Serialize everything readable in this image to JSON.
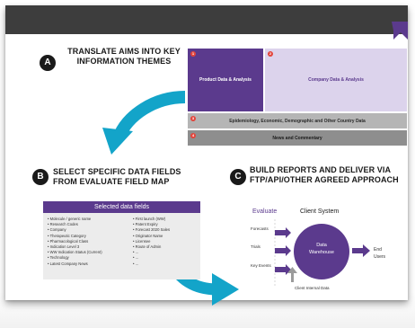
{
  "colors": {
    "purple": "#5b3a8d",
    "lavender": "#dcd3ec",
    "grey_tile": "#9b9b9b",
    "dark_tile": "#7d7d7d",
    "teal_arrow": "#13a4c9",
    "brand_corner": "#5b3a8d",
    "badge_red": "#e3443b"
  },
  "step_a": {
    "label": "A",
    "title_line1": "TRANSLATE AIMS INTO KEY",
    "title_line2": "INFORMATION THEMES"
  },
  "treemap": {
    "tiles": [
      {
        "num": "1",
        "label": "Product Data & Analysis"
      },
      {
        "num": "2",
        "label": "Company Data & Analysis"
      },
      {
        "num": "3",
        "label": "Epidemiology, Economic, Demographic and Other Country Data"
      },
      {
        "num": "4",
        "label": "News and Commentary"
      }
    ]
  },
  "step_b": {
    "label": "B",
    "title_line1": "SELECT SPECIFIC DATA FIELDS",
    "title_line2": "FROM EVALUATE FIELD MAP"
  },
  "fields_panel": {
    "header": "Selected data fields",
    "left": [
      "Molecule / generic name",
      "Research Codes",
      "Company",
      "Therapeutic Category",
      "Pharmacological Class",
      "Indication Level 3",
      "WW Indication Status (Current)",
      "Technology",
      "Latest Company News"
    ],
    "right": [
      "First launch (WW)",
      "Patent Expiry",
      "Forecast 2020 Sales",
      "Originator Name",
      "Licensee",
      "Route of Admin",
      "...",
      "...",
      "..."
    ]
  },
  "step_c": {
    "label": "C",
    "title_line1": "BUILD REPORTS AND DELIVER VIA",
    "title_line2": "FTP/API/OTHER AGREED APPROACH"
  },
  "flow": {
    "evaluate": "Evaluate",
    "client_system": "Client System",
    "inputs": [
      "Forecasts",
      "Trials",
      "Key Events"
    ],
    "warehouse_line1": "Data",
    "warehouse_line2": "Warehouse",
    "output_line1": "End",
    "output_line2": "Users",
    "client_internal": "Client Internal Data"
  }
}
